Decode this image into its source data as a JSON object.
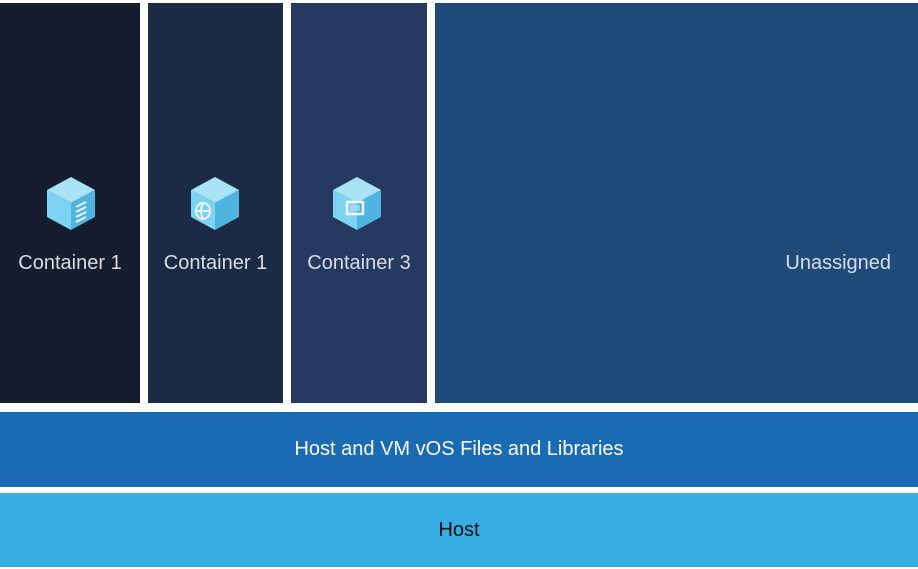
{
  "containers": [
    {
      "label": "Container 1",
      "icon": "container-cube-document-icon"
    },
    {
      "label": "Container 1",
      "icon": "container-cube-globe-icon"
    },
    {
      "label": "Container 3",
      "icon": "container-cube-window-icon"
    }
  ],
  "unassigned": {
    "label": "Unassigned"
  },
  "layers": {
    "os_files": "Host and VM vOS Files and Libraries",
    "host": "Host"
  },
  "colors": {
    "container_1_bg": "#151d2e",
    "container_2_bg": "#1b2b45",
    "container_3_bg": "#253961",
    "unassigned_bg": "#1f4b7b",
    "os_layer_bg": "#1a6ab4",
    "host_layer_bg": "#36aee4",
    "cube_light": "#a8e2f7",
    "cube_mid": "#6ec9ee",
    "cube_dark": "#42a8d8"
  }
}
